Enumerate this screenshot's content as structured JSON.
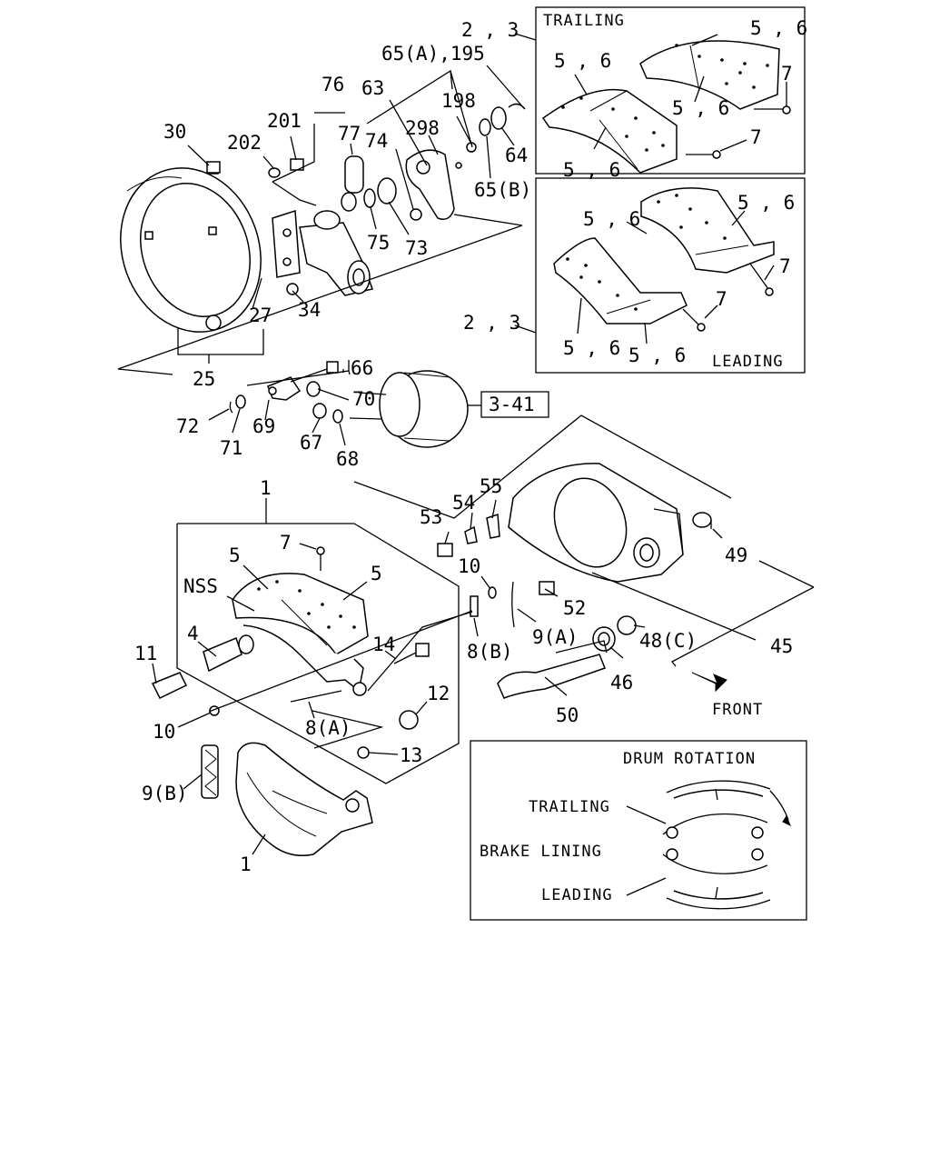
{
  "boxes": {
    "trailing": "TRAILING",
    "leading": "LEADING",
    "drum_rotation": "DRUM ROTATION",
    "legend_trailing": "TRAILING",
    "legend_brake_lining": "BRAKE LINING",
    "legend_leading": "LEADING",
    "ref": "3-41",
    "front": "FRONT"
  },
  "callouts": {
    "c23a": "2 , 3",
    "c56a": "5 , 6",
    "c56b": "5 , 6",
    "c56c": "5 , 6",
    "c56d": "5 , 6",
    "c7a": "7",
    "c7b": "7",
    "c56e": "5 , 6",
    "c56f": "5 , 6",
    "c56g": "5 , 6",
    "c56h": "5 , 6",
    "c7c": "7",
    "c7d": "7",
    "c23b": "2 , 3",
    "c65a195": "65(A),195",
    "c76": "76",
    "c63": "63",
    "c198": "198",
    "c298": "298",
    "c77": "77",
    "c74": "74",
    "c64": "64",
    "c65b": "65(B)",
    "c75": "75",
    "c73": "73",
    "c30": "30",
    "c202": "202",
    "c201": "201",
    "c34": "34",
    "c27": "27",
    "c25": "25",
    "c66": "66",
    "c70": "70",
    "c69": "69",
    "c72": "72",
    "c71": "71",
    "c67": "67",
    "c68": "68",
    "c1a": "1",
    "c7e": "7",
    "c5a": "5",
    "c5b": "5",
    "cNSS": "NSS",
    "c4": "4",
    "c14": "14",
    "c12": "12",
    "c11": "11",
    "c8a": "8(A)",
    "c10a": "10",
    "c13": "13",
    "c9b": "9(B)",
    "c1b": "1",
    "c55": "55",
    "c54": "54",
    "c53": "53",
    "c49": "49",
    "c10b": "10",
    "c52": "52",
    "c8b": "8(B)",
    "c9a": "9(A)",
    "c48c": "48(C)",
    "c45": "45",
    "c46": "46",
    "c50": "50"
  },
  "colors": {
    "line": "#000000",
    "background": "#ffffff"
  }
}
